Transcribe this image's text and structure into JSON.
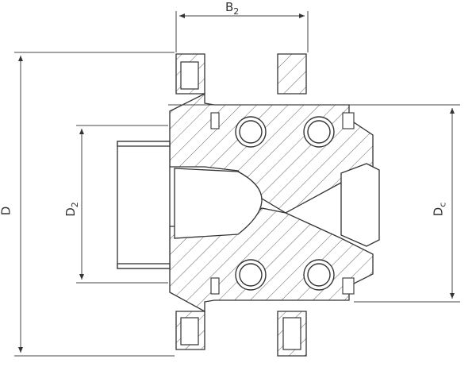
{
  "diagram": {
    "labels": {
      "b2": "B",
      "b2_sub": "2",
      "d": "D",
      "d2": "D",
      "d2_sub": "2",
      "dc": "D",
      "dc_sub": "c"
    },
    "colors": {
      "line": "#333333",
      "hatch": "#555555",
      "background": "#ffffff"
    }
  }
}
